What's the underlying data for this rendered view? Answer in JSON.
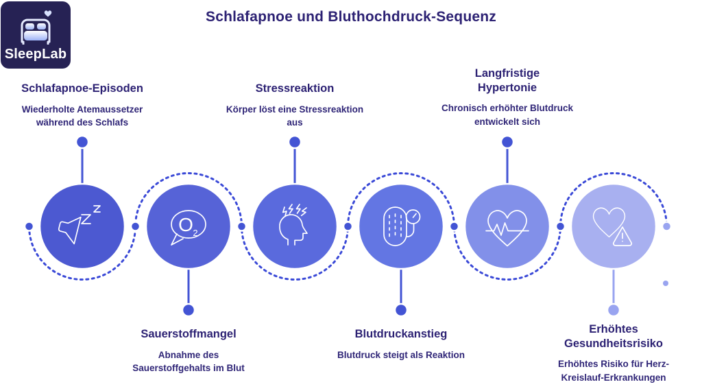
{
  "logo": {
    "brand": "SleepLab",
    "icon": "bed-icon"
  },
  "header": {
    "title": "Schlafapnoe und Bluthochdruck-Sequenz"
  },
  "colors": {
    "logo_bg": "#262254",
    "text": "#2c2173",
    "connector": "#4354d4",
    "connector_light": "#99a4f0",
    "dashed": "#3a49d7",
    "circle_stroke": "#ffffff"
  },
  "steps": [
    {
      "title": "Schlafapnoe-Episoden",
      "description": "Wiederholte Atemaussetzer\nwährend des Schlafs",
      "icon": "snoring-speaker-icon",
      "circle_color": "#4c59d1",
      "label_position": "top"
    },
    {
      "title": "Sauerstoffmangel",
      "description": "Abnahme des\nSauerstoffgehalts im Blut",
      "icon": "oxygen-bubble-icon",
      "icon_text_main": "O",
      "icon_text_sub": "2",
      "circle_color": "#5663d7",
      "label_position": "bottom"
    },
    {
      "title": "Stressreaktion",
      "description": "Körper löst eine Stressreaktion\naus",
      "icon": "stressed-head-icon",
      "circle_color": "#5a6add",
      "label_position": "top"
    },
    {
      "title": "Blutdruckanstieg",
      "description": "Blutdruck steigt als Reaktion",
      "icon": "blood-pressure-monitor-icon",
      "circle_color": "#6376e3",
      "label_position": "bottom"
    },
    {
      "title": "Langfristige\nHypertonie",
      "description": "Chronisch erhöhter Blutdruck\nentwickelt sich",
      "icon": "heart-pulse-icon",
      "circle_color": "#8290e9",
      "label_position": "top"
    },
    {
      "title": "Erhöhtes\nGesundheitsrisiko",
      "description": "Erhöhtes Risiko für Herz-\nKreislauf-Erkrankungen",
      "icon": "heart-warning-icon",
      "circle_color": "#a8b0f0",
      "label_position": "bottom"
    }
  ]
}
